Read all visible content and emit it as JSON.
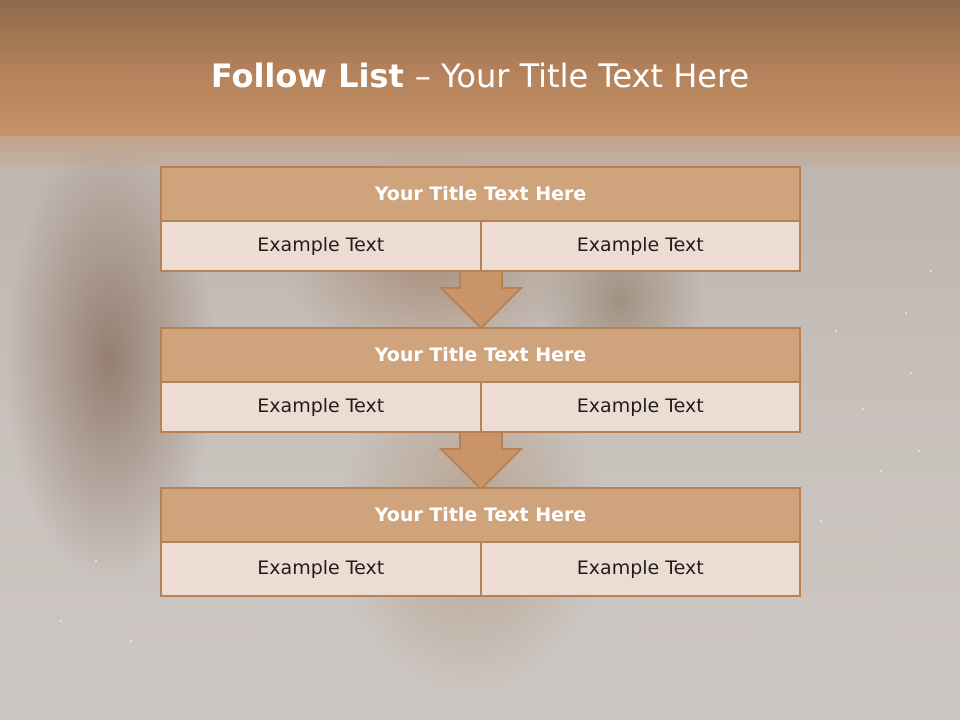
{
  "header": {
    "title_bold": "Follow List ",
    "title_rest": " – Your Title Text Here"
  },
  "steps": [
    {
      "title": "Your Title Text Here",
      "left": "Example Text",
      "right": "Example Text"
    },
    {
      "title": "Your Title Text Here",
      "left": "Example Text",
      "right": "Example Text"
    },
    {
      "title": "Your Title Text Here",
      "left": "Example Text",
      "right": "Example Text"
    }
  ],
  "colors": {
    "header": "#b5835c",
    "box_title": "#cfa37b",
    "box_cell": "#eddcd2",
    "border": "#b98053",
    "arrow": "#c99468"
  }
}
